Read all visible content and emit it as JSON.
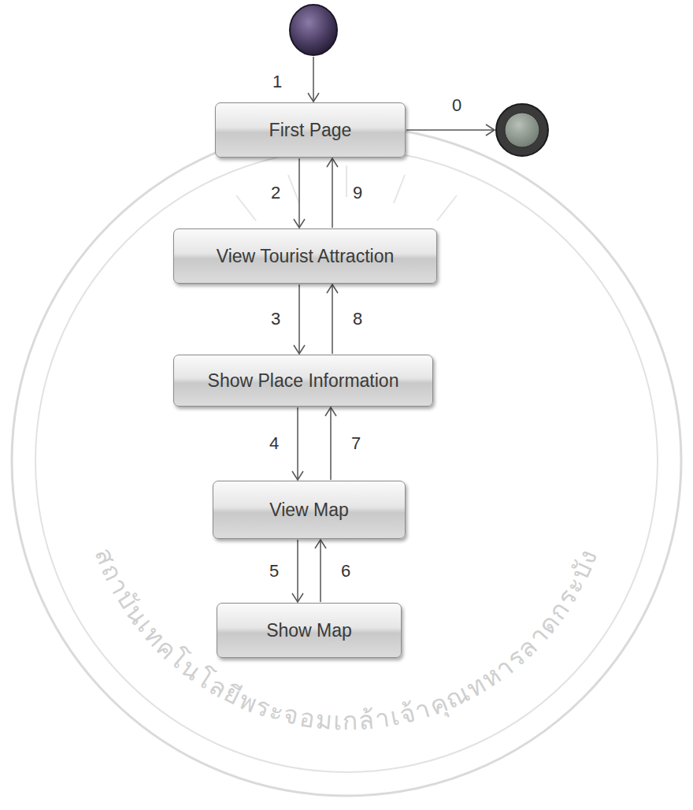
{
  "diagram": {
    "nodes": [
      {
        "text": [
          "First Page"
        ]
      },
      {
        "text": [
          "View Tourist Attraction"
        ]
      },
      {
        "text": [
          "Show Place Information"
        ]
      },
      {
        "text": [
          "View Map"
        ]
      },
      {
        "text": [
          "Show Map"
        ]
      }
    ],
    "edges": [
      {
        "from": 0,
        "to": 1,
        "arrow": "to",
        "label": "2"
      },
      {
        "from": 1,
        "to": 0,
        "arrow": "to",
        "label": "9"
      },
      {
        "from": 1,
        "to": 2,
        "arrow": "to",
        "label": "3"
      },
      {
        "from": 2,
        "to": 1,
        "arrow": "to",
        "label": "8"
      },
      {
        "from": 2,
        "to": 3,
        "arrow": "to",
        "label": "4"
      },
      {
        "from": 3,
        "to": 2,
        "arrow": "to",
        "label": "7"
      },
      {
        "from": 3,
        "to": 4,
        "arrow": "to",
        "label": "5"
      },
      {
        "from": 4,
        "to": 3,
        "arrow": "to",
        "label": "6"
      }
    ],
    "labels": [
      "1",
      "0",
      "สถาบันเทคโนโลยีพระจอมเกล้าเจ้าคุณทหารลาดกระบัง"
    ]
  }
}
